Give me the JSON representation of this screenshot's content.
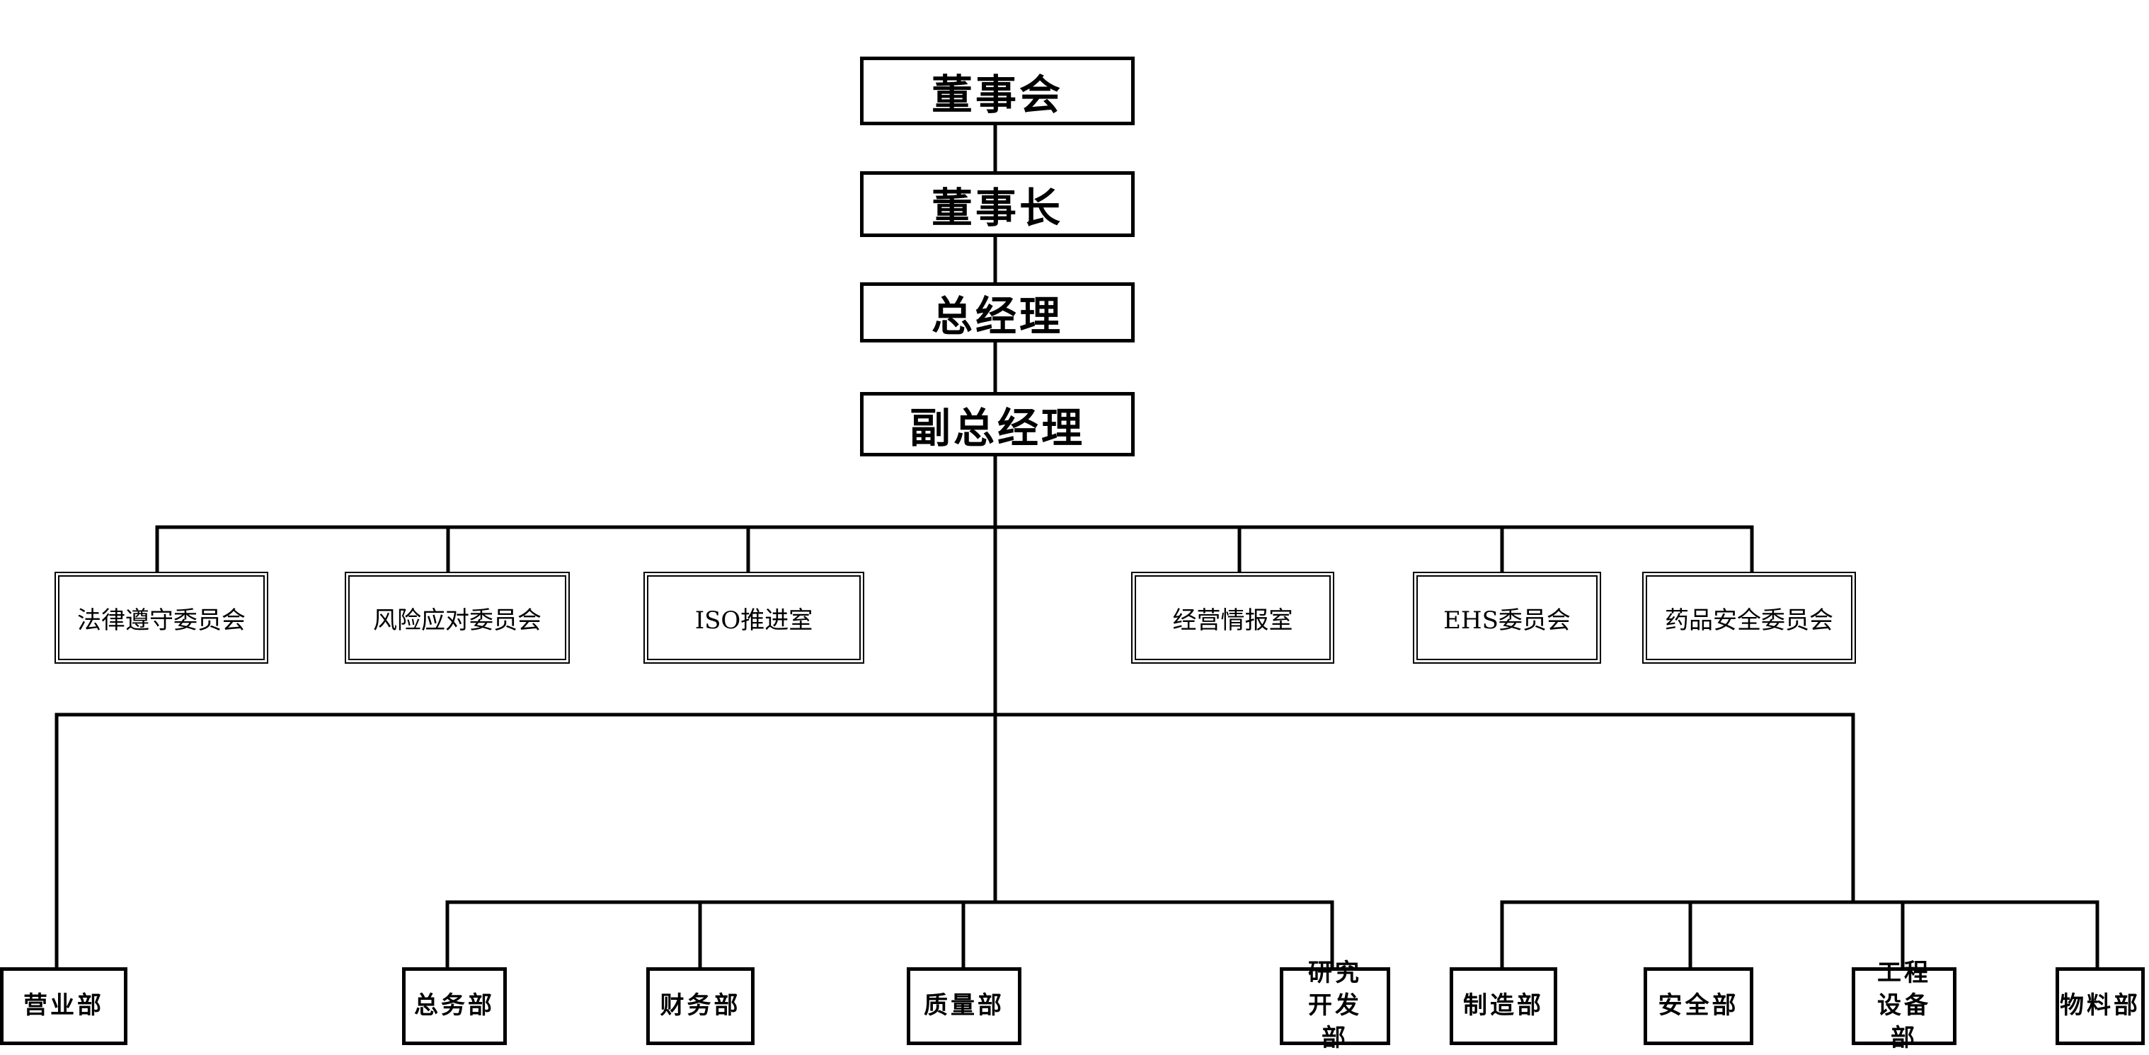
{
  "executives": {
    "board": "董事会",
    "chairman": "董事长",
    "general_manager": "总经理",
    "deputy_general_manager": "副总经理"
  },
  "committees": [
    "法律遵守委员会",
    "风险应对委员会",
    "ISO推进室",
    "经营情报室",
    "EHS委员会",
    "药品安全委员会"
  ],
  "departments": [
    "营业部",
    "总务部",
    "财务部",
    "质量部",
    "研究开发部",
    "制造部",
    "安全部",
    "工程设备部",
    "物料部"
  ]
}
